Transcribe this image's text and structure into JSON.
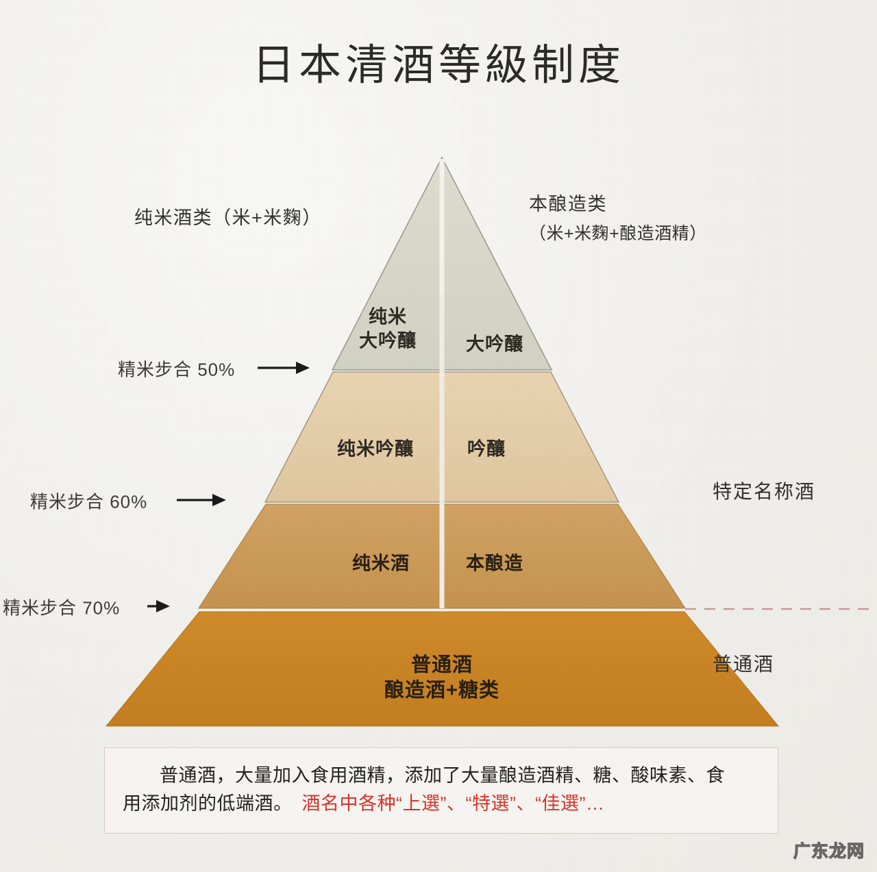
{
  "title": "日本清酒等級制度",
  "groups": {
    "left": {
      "label": "纯米酒类（米+米麴）"
    },
    "right": {
      "label": "本酿造类",
      "sub": "（米+米麴+酿造酒精）"
    }
  },
  "pyramid": {
    "tiers": [
      {
        "name": "daiginjo",
        "color": "#d5d6c8",
        "left_label": "纯米\n大吟釀",
        "left_label_line1": "纯米",
        "left_label_line2": "大吟釀",
        "right_label": "大吟釀"
      },
      {
        "name": "ginjo",
        "color": "#e4cda7",
        "left_label": "纯米吟釀",
        "right_label": "吟釀"
      },
      {
        "name": "junmai",
        "color": "#cb9b58",
        "left_label": "纯米酒",
        "right_label": "本酿造"
      },
      {
        "name": "futsushu",
        "color": "#cb8526",
        "label_line1": "普通酒",
        "label_line2": "酿造酒+糖类"
      }
    ]
  },
  "milling_labels": [
    {
      "text": "精米步合 50%",
      "arrow": "⟶"
    },
    {
      "text": "精米步合 60%",
      "arrow": "⟶"
    },
    {
      "text": "精米步合 70%",
      "arrow": "→"
    }
  ],
  "right_labels": [
    {
      "text": "特定名称酒"
    },
    {
      "text": "普通酒"
    }
  ],
  "note": {
    "line1": "普通酒，大量加入食用酒精，添加了大量酿造酒精、糖、酸味素、食",
    "line2_black": "用添加剂的低端酒。",
    "line2_red": "酒名中各种“上選”、“特選”、“佳選”…"
  },
  "watermark": "广东龙网",
  "colors": {
    "background": "#f1f0ec",
    "accent_red": "#d6342c",
    "dashed_line": "#c79a9a",
    "note_border": "#e6c3c3"
  }
}
